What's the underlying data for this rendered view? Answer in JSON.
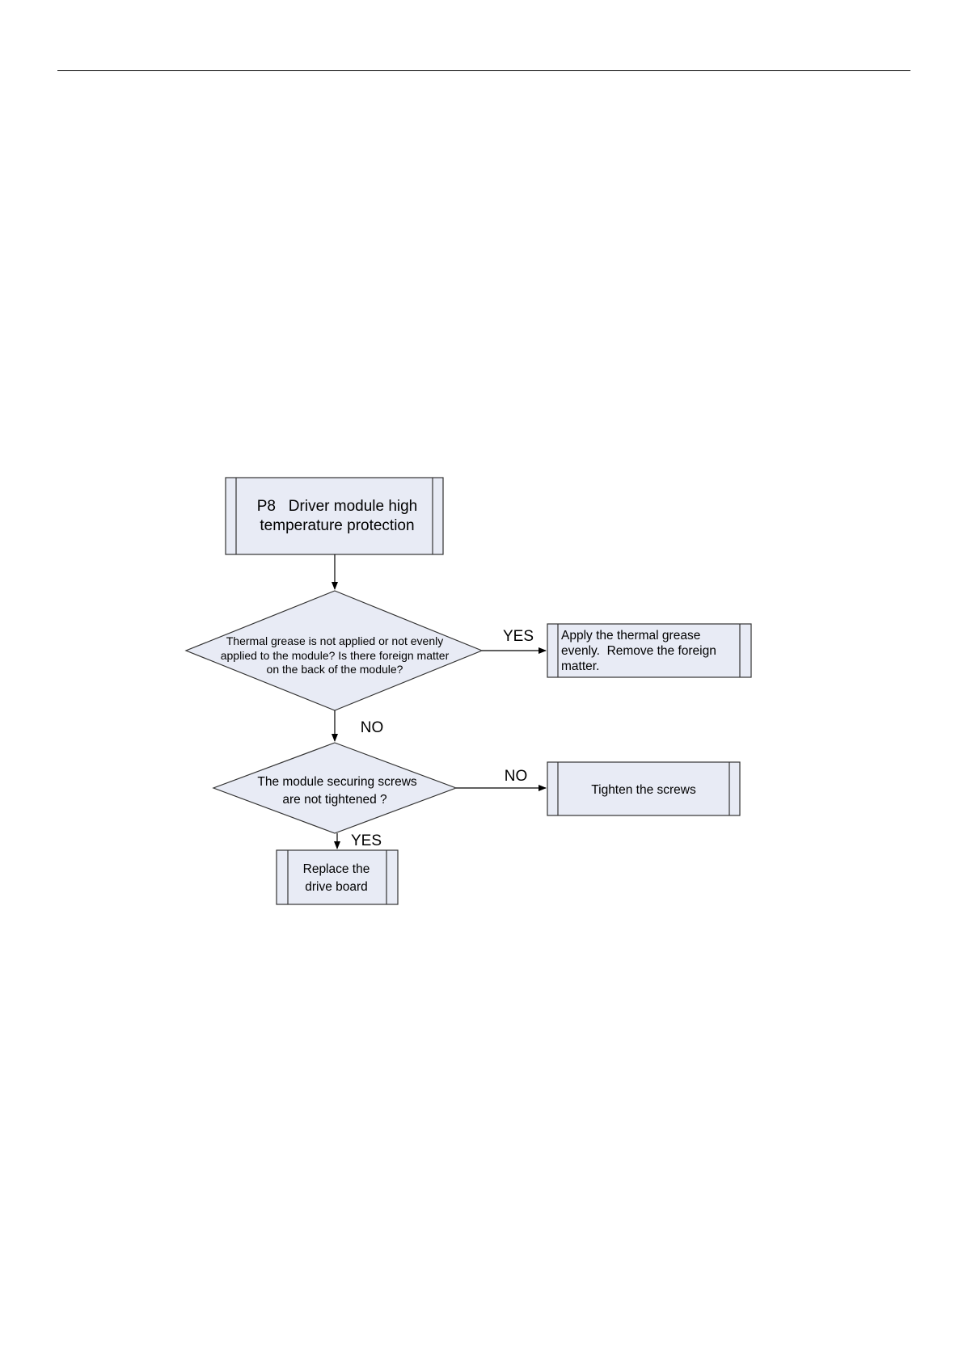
{
  "flowchart": {
    "start": {
      "line1": "P8   Driver module high",
      "line2": "temperature protection"
    },
    "decision_grease": {
      "line1": "Thermal grease is not applied or not evenly",
      "line2": "applied to the module?  Is there foreign matter",
      "line3": "on the back of the module?"
    },
    "action_grease": {
      "line1": "Apply the thermal grease",
      "line2": "evenly.  Remove the foreign",
      "line3": "matter."
    },
    "decision_screws": {
      "line1": "The module securing screws",
      "line2": "are not tightened ?"
    },
    "action_tighten": {
      "label": "Tighten the screws"
    },
    "action_replace": {
      "line1": "Replace the",
      "line2": "drive board"
    },
    "edge_labels": {
      "grease_yes": "YES",
      "grease_no": "NO",
      "screws_no": "NO",
      "screws_yes": "YES"
    }
  },
  "colors": {
    "node_fill": "#e8ebf5",
    "stroke": "#333333"
  }
}
